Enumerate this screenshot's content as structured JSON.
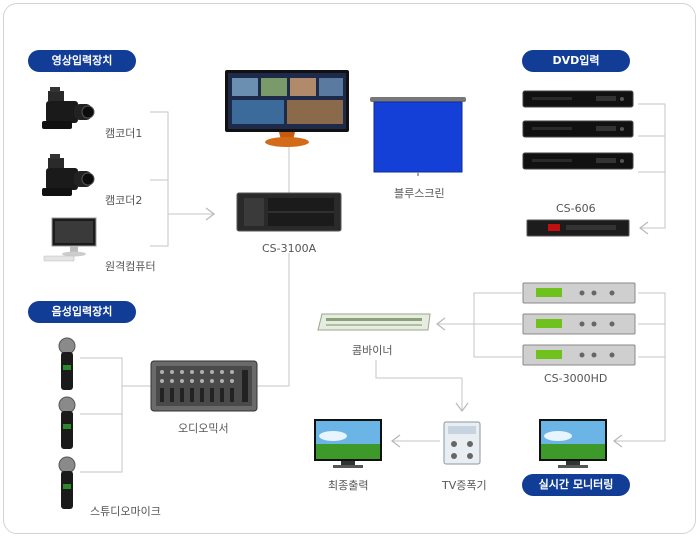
{
  "headings": {
    "video_input": "영상입력장치",
    "dvd_input": "DVD입력",
    "audio_input": "음성입력장치",
    "live_monitoring": "실시간 모니터링"
  },
  "labels": {
    "camcorder1": "캠코더1",
    "camcorder2": "캠코더2",
    "remote_pc": "원격컴퓨터",
    "cs3100a": "CS-3100A",
    "blue_screen": "블루스크린",
    "cs606": "CS-606",
    "combiner": "콤바이너",
    "cs3000hd": "CS-3000HD",
    "audio_mixer": "오디오믹서",
    "final_output": "최종출력",
    "tv_amplifier": "TV증폭기",
    "studio_mic": "스튜디오마이크"
  },
  "colors": {
    "pill": "#123d96",
    "screen_blue": "#1440d8",
    "wire": "#c8c8c8"
  }
}
